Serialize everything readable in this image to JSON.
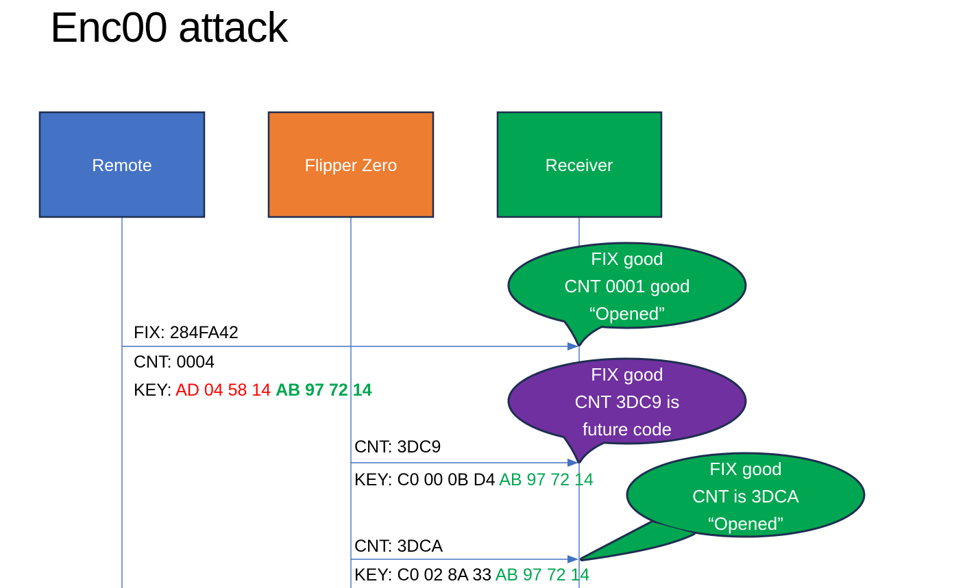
{
  "title": "Enc00 attack",
  "actors": [
    {
      "label": "Remote"
    },
    {
      "label": "Flipper Zero"
    },
    {
      "label": "Receiver"
    }
  ],
  "messages": [
    {
      "above": "FIX: 284FA42",
      "below": "CNT: 0004",
      "key_prefix": "KEY: ",
      "key_red": "AD 04 58 14 ",
      "key_green": "AB 97 72 14"
    },
    {
      "above": "CNT: 3DC9",
      "key_prefix": "KEY: C0 00 0B D4 ",
      "key_green": "AB 97 72 14"
    },
    {
      "above": "CNT: 3DCA",
      "key_prefix": "KEY: C0 02 8A 33 ",
      "key_green": "AB 97 72 14"
    }
  ],
  "callouts": [
    {
      "lines": [
        "FIX good",
        "CNT 0001 good",
        "“Opened”"
      ]
    },
    {
      "lines": [
        "FIX good",
        "CNT 3DC9 is",
        "future code"
      ]
    },
    {
      "lines": [
        "FIX good",
        "CNT is 3DCA",
        "“Opened”"
      ]
    }
  ],
  "colors": {
    "remote_fill": "#4472C4",
    "flipper_fill": "#ED7D31",
    "receiver_fill": "#00A651",
    "callout_green": "#00A651",
    "callout_purple": "#7030A0",
    "outline_navy": "#1F2E50",
    "connector_blue": "#4472C4",
    "key_red": "#FF0000",
    "key_green": "#00A651"
  }
}
